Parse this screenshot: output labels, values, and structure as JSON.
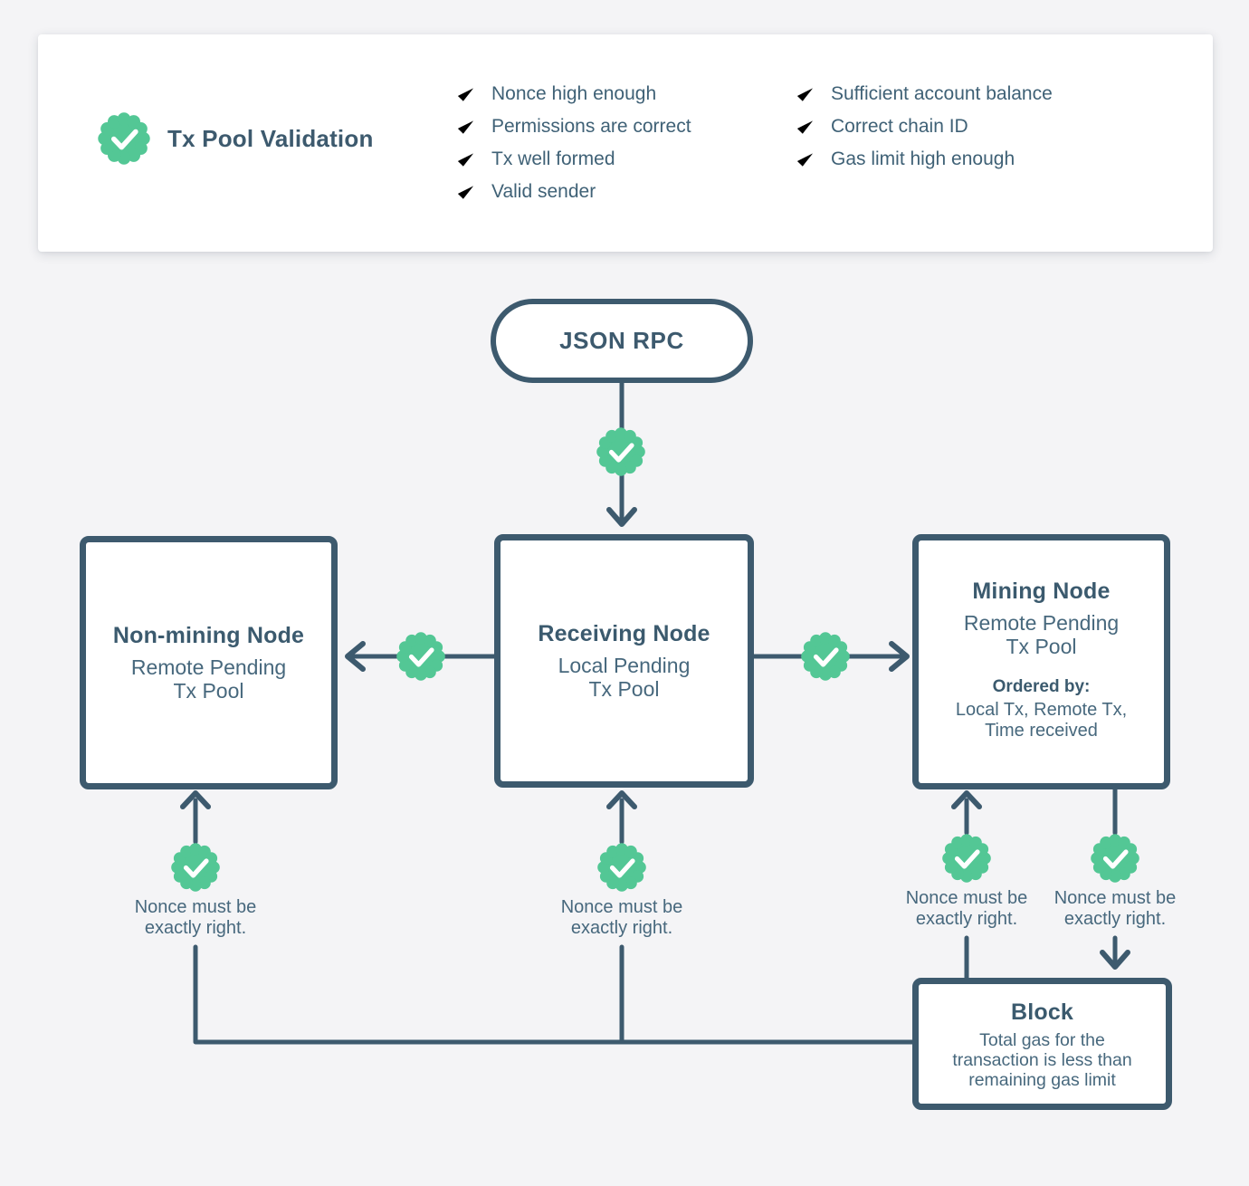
{
  "colors": {
    "green": "#53c795",
    "ink": "#3d5a6e",
    "body_ink": "#47687d",
    "bg": "#f4f4f6"
  },
  "validation_card": {
    "title": "Tx Pool Validation",
    "checklist_col1": [
      "Nonce high enough",
      "Permissions are correct",
      "Tx well formed",
      "Valid sender"
    ],
    "checklist_col2": [
      "Sufficient account balance",
      "Correct chain ID",
      "Gas limit high enough"
    ]
  },
  "flow": {
    "json_rpc": {
      "label": "JSON RPC"
    },
    "non_mining_node": {
      "title": "Non-mining Node",
      "subtitle": "Remote Pending\nTx Pool"
    },
    "receiving_node": {
      "title": "Receiving Node",
      "subtitle": "Local Pending\nTx Pool"
    },
    "mining_node": {
      "title": "Mining Node",
      "subtitle": "Remote Pending\nTx Pool",
      "ordered_by_label": "Ordered by:",
      "ordered_by": "Local Tx, Remote Tx,\nTime received"
    },
    "block": {
      "title": "Block",
      "body": "Total gas for the\ntransaction is less than\nremaining gas limit"
    },
    "nonce_note": "Nonce must be\nexactly right."
  }
}
